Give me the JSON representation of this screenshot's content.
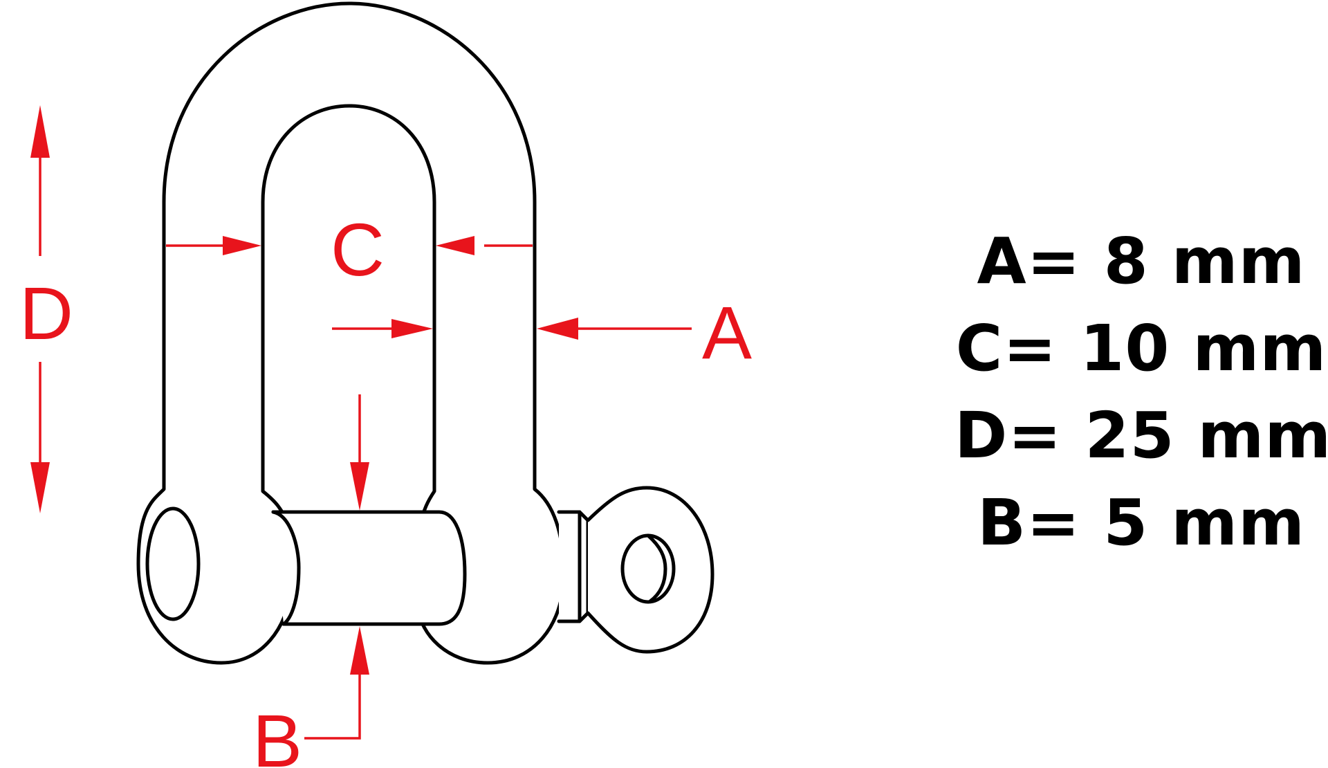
{
  "colors": {
    "dimension": "#e8141c",
    "outline": "#000000",
    "background": "#ffffff"
  },
  "dimension_labels": {
    "A": "A",
    "B": "B",
    "C": "C",
    "D": "D"
  },
  "specs": [
    {
      "label": "A",
      "sep": "= ",
      "value": "8",
      "unit": " mm"
    },
    {
      "label": "C",
      "sep": "= ",
      "value": "10",
      "unit": " mm"
    },
    {
      "label": "D",
      "sep": "= ",
      "value": "25",
      "unit": " mm"
    },
    {
      "label": "B",
      "sep": "= ",
      "value": "5",
      "unit": " mm"
    }
  ]
}
